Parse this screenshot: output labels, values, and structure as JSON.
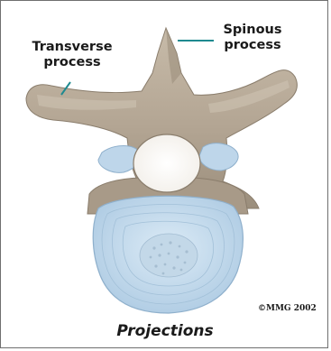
{
  "labels": {
    "transverse_line1": "Transverse",
    "transverse_line2": "process",
    "spinous_line1": "Spinous",
    "spinous_line2": "process"
  },
  "copyright": "©MMG 2002",
  "caption": "Projections",
  "colors": {
    "bone": "#b3a593",
    "bone_shadow": "#8e8170",
    "bone_highlight": "#d2c7b7",
    "cartilage": "#bed6ea",
    "disc": "#bcd6ea",
    "leader_line": "#1f8a90"
  }
}
